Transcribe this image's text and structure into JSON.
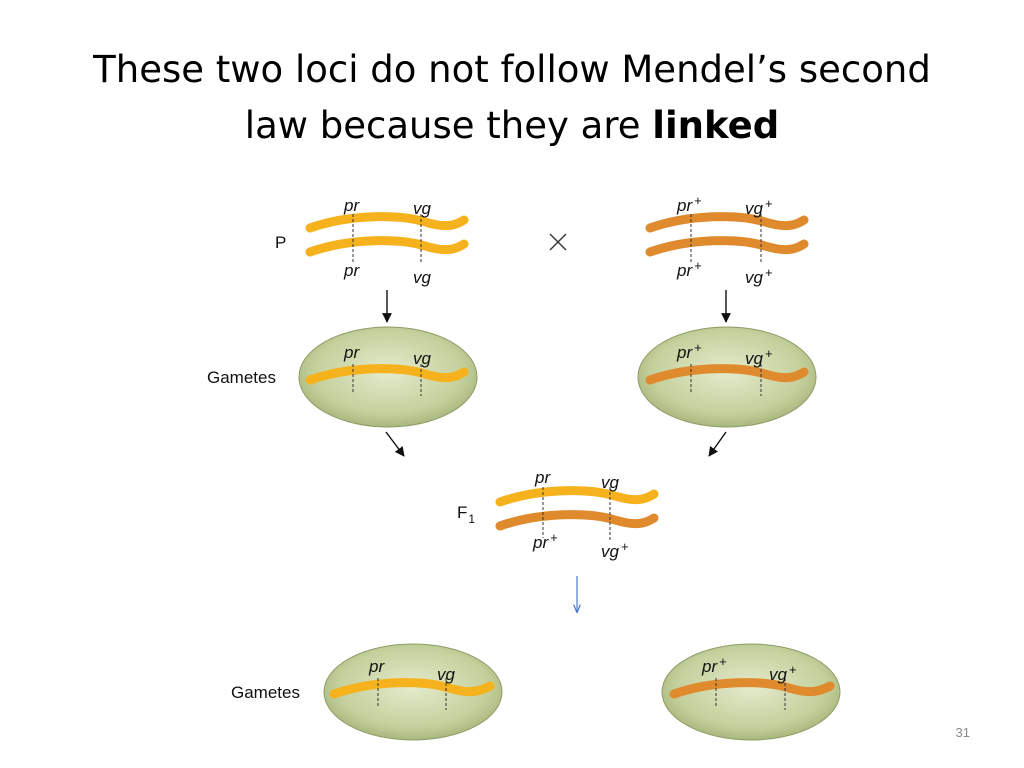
{
  "title": {
    "line1": "These two loci do not follow Mendel’s second",
    "line2_prefix": "law because they are ",
    "line2_bold": "linked"
  },
  "labels": {
    "parental": "P",
    "gametes": "Gametes",
    "f1": "F",
    "f1_sub": "1",
    "cross": "×"
  },
  "genes": {
    "pr": "pr",
    "vg": "vg",
    "plus": "+"
  },
  "colors": {
    "recessive_chromosome": "#f5b21c",
    "dominant_chromosome": "#e08a2e",
    "cell_fill": "#c7d3a1",
    "arrow": "#111111",
    "blue_arrow": "#4a7bd0"
  },
  "slide_number": "31"
}
